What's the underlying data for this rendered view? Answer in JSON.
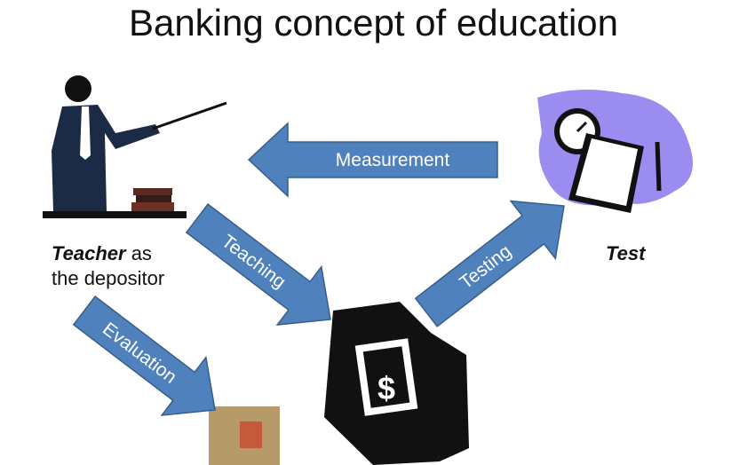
{
  "title": "Banking concept of education",
  "teacher": {
    "bold": "Teacher",
    "rest": " as",
    "line2": "the depositor"
  },
  "test_label": "Test",
  "arrows": {
    "measurement": "Measurement",
    "teaching": "Teaching",
    "testing": "Testing",
    "evaluation": "Evaluation"
  },
  "colors": {
    "arrow": "#4f81bd",
    "arrow_border": "#385d8a",
    "test_blob": "#9b8cf0"
  }
}
